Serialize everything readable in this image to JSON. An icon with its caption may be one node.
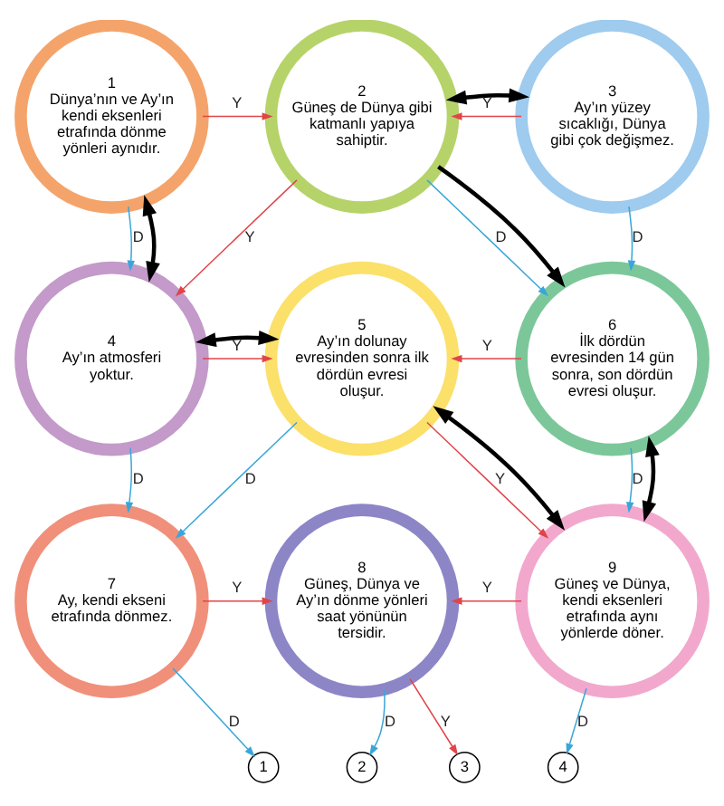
{
  "diagram": {
    "nodes": [
      {
        "text": [
          "1",
          "Dünya’nın ve Ay’ın kendi eksenleri etrafında dönme yönleri aynıdır."
        ]
      },
      {
        "text": [
          "2",
          "Güneş de Dünya gibi katmanlı yapıya sahiptir."
        ]
      },
      {
        "text": [
          "3",
          "Ay’ın yüzey sıcaklığı, Dünya gibi çok değişmez."
        ]
      },
      {
        "text": [
          "4",
          "Ay’ın atmosferi yoktur."
        ]
      },
      {
        "text": [
          "5",
          "Ay’ın dolunay evresinden sonra ilk dördün evresi oluşur."
        ]
      },
      {
        "text": [
          "6",
          "İlk dördün evresinden 14 gün sonra, son dördün evresi oluşur."
        ]
      },
      {
        "text": [
          "7",
          "Ay, kendi ekseni etrafında dönmez."
        ]
      },
      {
        "text": [
          "8",
          "Güneş, Dünya ve Ay’ın dönme yönleri saat yönünün tersidir."
        ]
      },
      {
        "text": [
          "9",
          "Güneş ve Dünya, kendi eksenleri etrafında aynı yönlerde döner."
        ]
      },
      {
        "text": [
          "1"
        ]
      },
      {
        "text": [
          "2"
        ]
      },
      {
        "text": [
          "3"
        ]
      },
      {
        "text": [
          "4"
        ]
      }
    ],
    "edges": [
      {
        "from": 0,
        "to": 1,
        "arrow": "to",
        "label": "Y",
        "color": "#e0454a"
      },
      {
        "from": 2,
        "to": 1,
        "arrow": "to",
        "label": "Y",
        "color": "#e0454a"
      },
      {
        "from": 0,
        "to": 3,
        "arrow": "to",
        "label": "D",
        "color": "#3aa6d8"
      },
      {
        "from": 1,
        "to": 3,
        "arrow": "to",
        "label": "Y",
        "color": "#e0454a"
      },
      {
        "from": 1,
        "to": 5,
        "arrow": "to",
        "label": "D",
        "color": "#3aa6d8"
      },
      {
        "from": 2,
        "to": 5,
        "arrow": "to",
        "label": "D",
        "color": "#3aa6d8"
      },
      {
        "from": 3,
        "to": 4,
        "arrow": "to",
        "label": "Y",
        "color": "#e0454a"
      },
      {
        "from": 5,
        "to": 4,
        "arrow": "to",
        "label": "Y",
        "color": "#e0454a"
      },
      {
        "from": 3,
        "to": 6,
        "arrow": "to",
        "label": "D",
        "color": "#3aa6d8"
      },
      {
        "from": 4,
        "to": 6,
        "arrow": "to",
        "label": "D",
        "color": "#3aa6d8"
      },
      {
        "from": 4,
        "to": 8,
        "arrow": "to",
        "label": "Y",
        "color": "#e0454a"
      },
      {
        "from": 5,
        "to": 8,
        "arrow": "to",
        "label": "D",
        "color": "#3aa6d8"
      },
      {
        "from": 6,
        "to": 7,
        "arrow": "to",
        "label": "Y",
        "color": "#e0454a"
      },
      {
        "from": 8,
        "to": 7,
        "arrow": "to",
        "label": "Y",
        "color": "#e0454a"
      },
      {
        "from": 6,
        "to": 9,
        "arrow": "to",
        "label": "D",
        "color": "#3aa6d8"
      },
      {
        "from": 7,
        "to": 10,
        "arrow": "to",
        "label": "D",
        "color": "#3aa6d8"
      },
      {
        "from": 7,
        "to": 11,
        "arrow": "to",
        "label": "Y",
        "color": "#e0454a"
      },
      {
        "from": 8,
        "to": 12,
        "arrow": "to",
        "label": "D",
        "color": "#3aa6d8"
      },
      {
        "from": 0,
        "to": 3,
        "arrow": "both",
        "style": "thick",
        "color": "#000000"
      },
      {
        "from": 1,
        "to": 2,
        "arrow": "both",
        "style": "thick",
        "color": "#000000"
      },
      {
        "from": 1,
        "to": 5,
        "arrow": "to",
        "style": "thick",
        "color": "#000000"
      },
      {
        "from": 3,
        "to": 4,
        "arrow": "both",
        "style": "thick",
        "color": "#000000"
      },
      {
        "from": 4,
        "to": 8,
        "arrow": "both",
        "style": "thick",
        "color": "#000000"
      },
      {
        "from": 5,
        "to": 8,
        "arrow": "both",
        "style": "thick",
        "color": "#000000"
      }
    ]
  }
}
